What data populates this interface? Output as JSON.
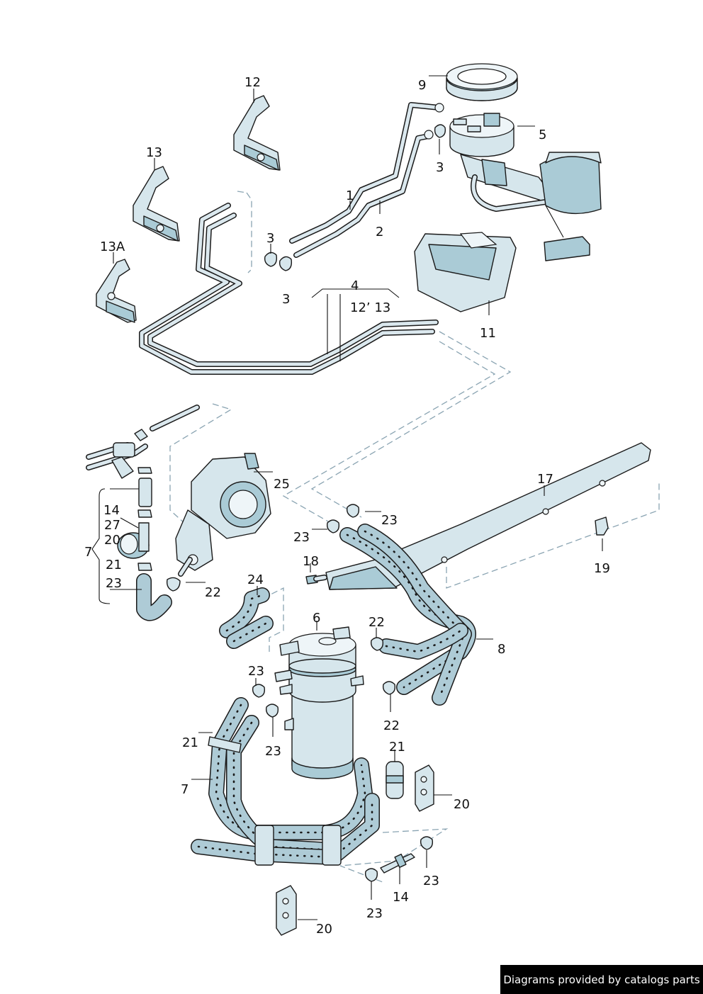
{
  "callouts": {
    "c9": "9",
    "c5": "5",
    "c3a": "3",
    "c12": "12",
    "c13": "13",
    "c1": "1",
    "c2": "2",
    "c3b": "3",
    "c3c": "3",
    "c13a": "13A",
    "c4": "4",
    "c12_13": "12’ 13",
    "c11": "11",
    "c25": "25",
    "c17": "17",
    "c23a": "23",
    "c23b": "23",
    "c14a": "14",
    "c27": "27",
    "c20a": "20",
    "c7a": "7",
    "c21a": "21",
    "c23c": "23",
    "c22a": "22",
    "c18": "18",
    "c19": "19",
    "c24": "24",
    "c6": "6",
    "c22b": "22",
    "c8": "8",
    "c23d": "23",
    "c22c": "22",
    "c21b": "21",
    "c23e": "23",
    "c21c": "21",
    "c7b": "7",
    "c20b": "20",
    "c23f": "23",
    "c14b": "14",
    "c23g": "23",
    "c20c": "20"
  },
  "footer": {
    "credit": "Diagrams provided by catalogs parts"
  }
}
